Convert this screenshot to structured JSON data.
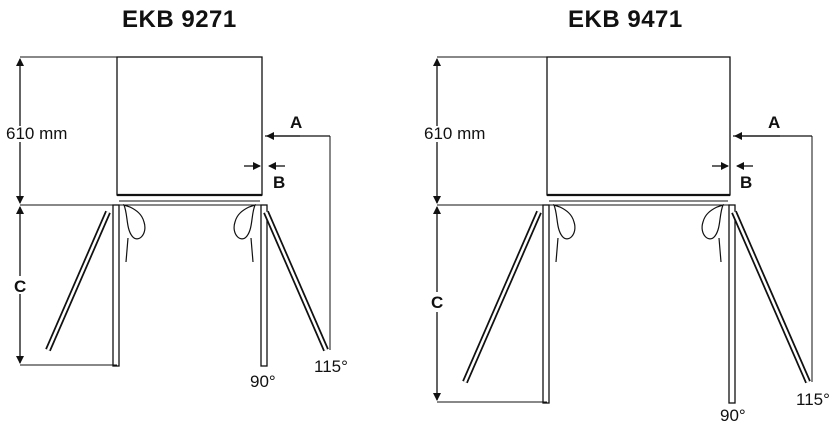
{
  "diagrams": [
    {
      "title": "EKB 9271",
      "depth_label": "610 mm",
      "label_a": "A",
      "label_b": "B",
      "label_c": "C",
      "angle_90": "90°",
      "angle_115": "115°"
    },
    {
      "title": "EKB 9471",
      "depth_label": "610 mm",
      "label_a": "A",
      "label_b": "B",
      "label_c": "C",
      "angle_90": "90°",
      "angle_115": "115°"
    }
  ]
}
